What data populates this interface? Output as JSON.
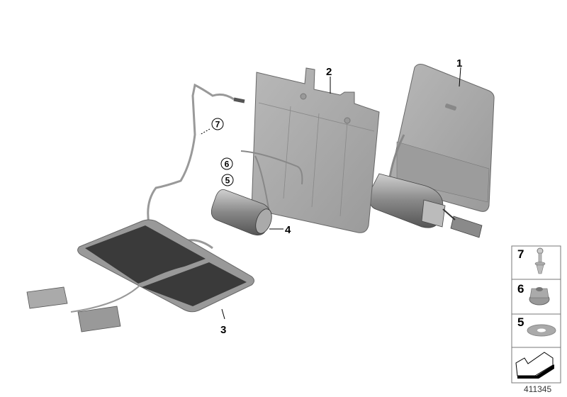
{
  "callouts": {
    "part_1": "1",
    "part_2": "2",
    "part_3": "3",
    "part_4": "4",
    "part_5": "5",
    "part_6": "6",
    "part_7": "7"
  },
  "legend": {
    "items": [
      {
        "number": "7",
        "icon": "expanding-rivet-icon"
      },
      {
        "number": "6",
        "icon": "hex-nut-icon"
      },
      {
        "number": "5",
        "icon": "washer-icon"
      }
    ],
    "arrow_icon": "direction-arrow-icon"
  },
  "diagram_id": "411345",
  "colors": {
    "panel": "#a8a8a8",
    "mat": "#3a3a3a",
    "outline": "#000000"
  }
}
